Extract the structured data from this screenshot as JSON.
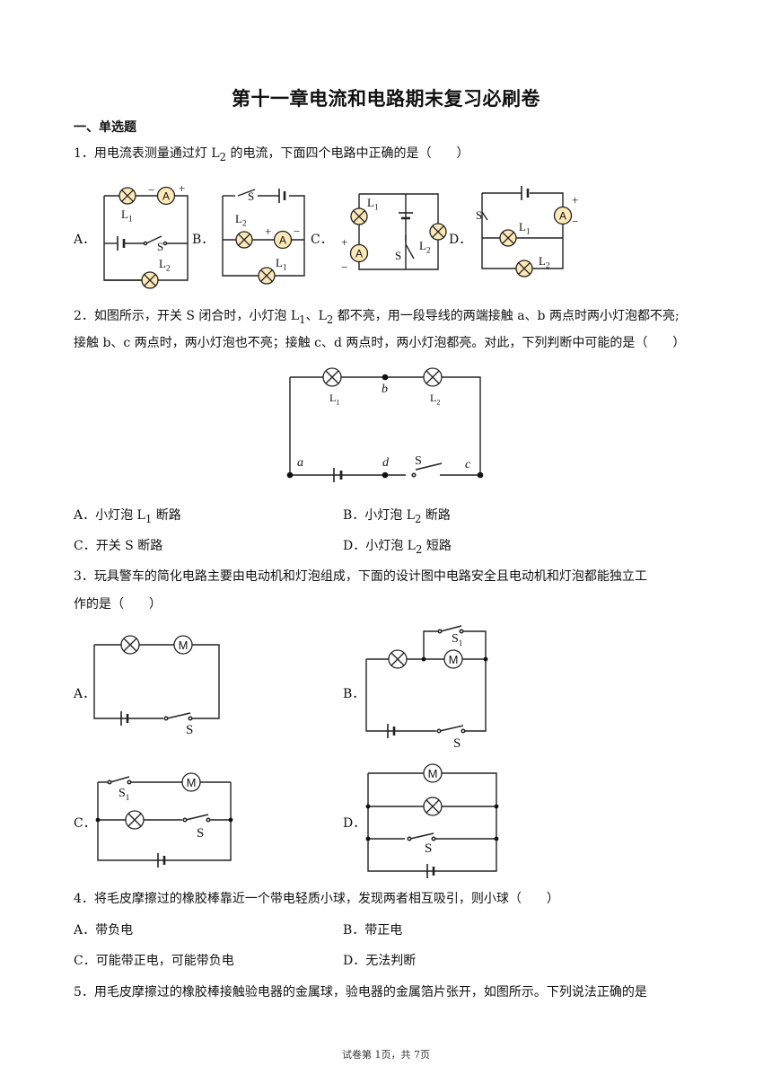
{
  "title": "第十一章电流和电路期末复习必刷卷",
  "section": "一、单选题",
  "q1": {
    "text_pre": "1．用电流表测量通过灯 L",
    "sub": "2",
    "text_post": " 的电流，下面四个电路中正确的是（　　）",
    "labels": [
      "A．",
      "B．",
      "C．",
      "D．"
    ]
  },
  "q2": {
    "line1_pre": "2．如图所示，开关 S 闭合时，小灯泡 L",
    "line1_sub1": "1",
    "line1_mid": "、L",
    "line1_sub2": "2",
    "line1_post": " 都不亮，用一段导线的两端接触 a、b 两点时两小灯泡都不亮;",
    "line2": "接触 b、c 两点时，两小灯泡也不亮；接触 c、d 两点时，两小灯泡都亮。对此，下列判断中可能的是（　　）",
    "options": [
      {
        "pre": "A．小灯泡 L",
        "sub": "1",
        "post": " 断路"
      },
      {
        "pre": "B．小灯泡 L",
        "sub": "2",
        "post": " 断路"
      },
      {
        "pre": "C．开关 S 断路",
        "sub": "",
        "post": ""
      },
      {
        "pre": "D．小灯泡 L",
        "sub": "2",
        "post": " 短路"
      }
    ],
    "diagram_labels": {
      "a": "a",
      "b": "b",
      "c": "c",
      "d": "d",
      "S": "S",
      "L1": "L",
      "L2": "L"
    }
  },
  "q3": {
    "line1": "3．玩具警车的简化电路主要由电动机和灯泡组成，下面的设计图中电路安全且电动机和灯泡都能独立工",
    "line2": "作的是（　　）",
    "labels": [
      "A．",
      "B．",
      "C．",
      "D．"
    ]
  },
  "q4": {
    "text": "4．将毛皮摩擦过的橡胶棒靠近一个带电轻质小球，发现两者相互吸引，则小球（　　）",
    "options": [
      "A．带负电",
      "B．带正电",
      "C．可能带正电，可能带负电",
      "D．无法判断"
    ]
  },
  "q5": {
    "text": "5．用毛皮摩擦过的橡胶棒接触验电器的金属球，验电器的金属箔片张开，如图所示。下列说法正确的是"
  },
  "footer": "试卷第 1页，共 7页"
}
